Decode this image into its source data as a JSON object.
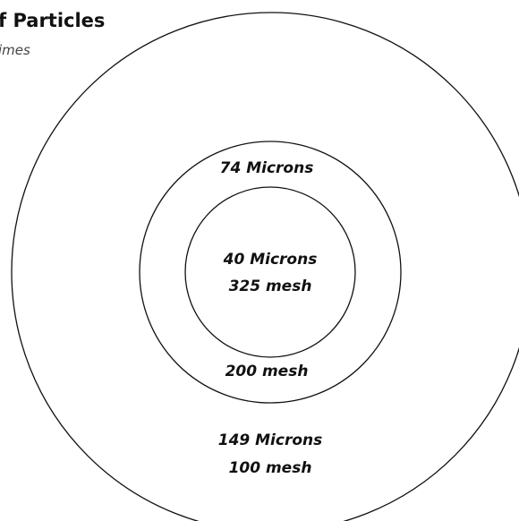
{
  "title": "f Particles",
  "subtitle": "imes",
  "colors": {
    "stroke": "#111111",
    "background": "#ffffff"
  },
  "rings": {
    "outer": {
      "microns": "149 Microns",
      "mesh": "100 mesh"
    },
    "middle": {
      "microns": "74 Microns",
      "mesh": "200 mesh"
    },
    "inner": {
      "microns": "40 Microns",
      "mesh": "325 mesh"
    }
  }
}
